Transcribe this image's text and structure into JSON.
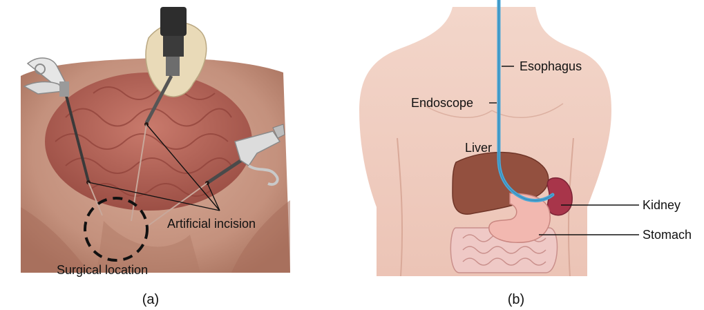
{
  "figure_a": {
    "caption": "(a)",
    "labels": {
      "artificial_incision": "Artificial incision",
      "surgical_location": "Surgical location"
    }
  },
  "figure_b": {
    "caption": "(b)",
    "labels": {
      "esophagus": "Esophagus",
      "endoscope": "Endoscope",
      "liver": "Liver",
      "kidney": "Kidney",
      "stomach": "Stomach"
    }
  },
  "colors": {
    "skin_a": "#c99a86",
    "intestine_a": "#b5655a",
    "skin_b": "#f1d0c4",
    "liver": "#93503f",
    "kidney": "#a8354a",
    "stomach": "#f2b8b0",
    "intestine_b": "#efc9c6",
    "endoscope": "#4aa6d6"
  }
}
